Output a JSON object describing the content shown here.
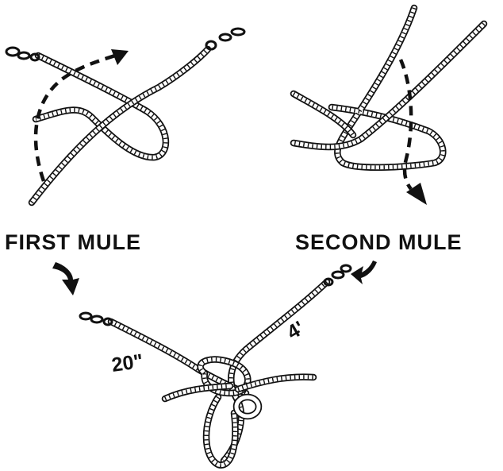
{
  "labels": {
    "first_mule": "FIRST MULE",
    "second_mule": "SECOND MULE",
    "length_short": "20\"",
    "length_long": "4'"
  },
  "colors": {
    "ink": "#111111",
    "background": "#ffffff"
  }
}
